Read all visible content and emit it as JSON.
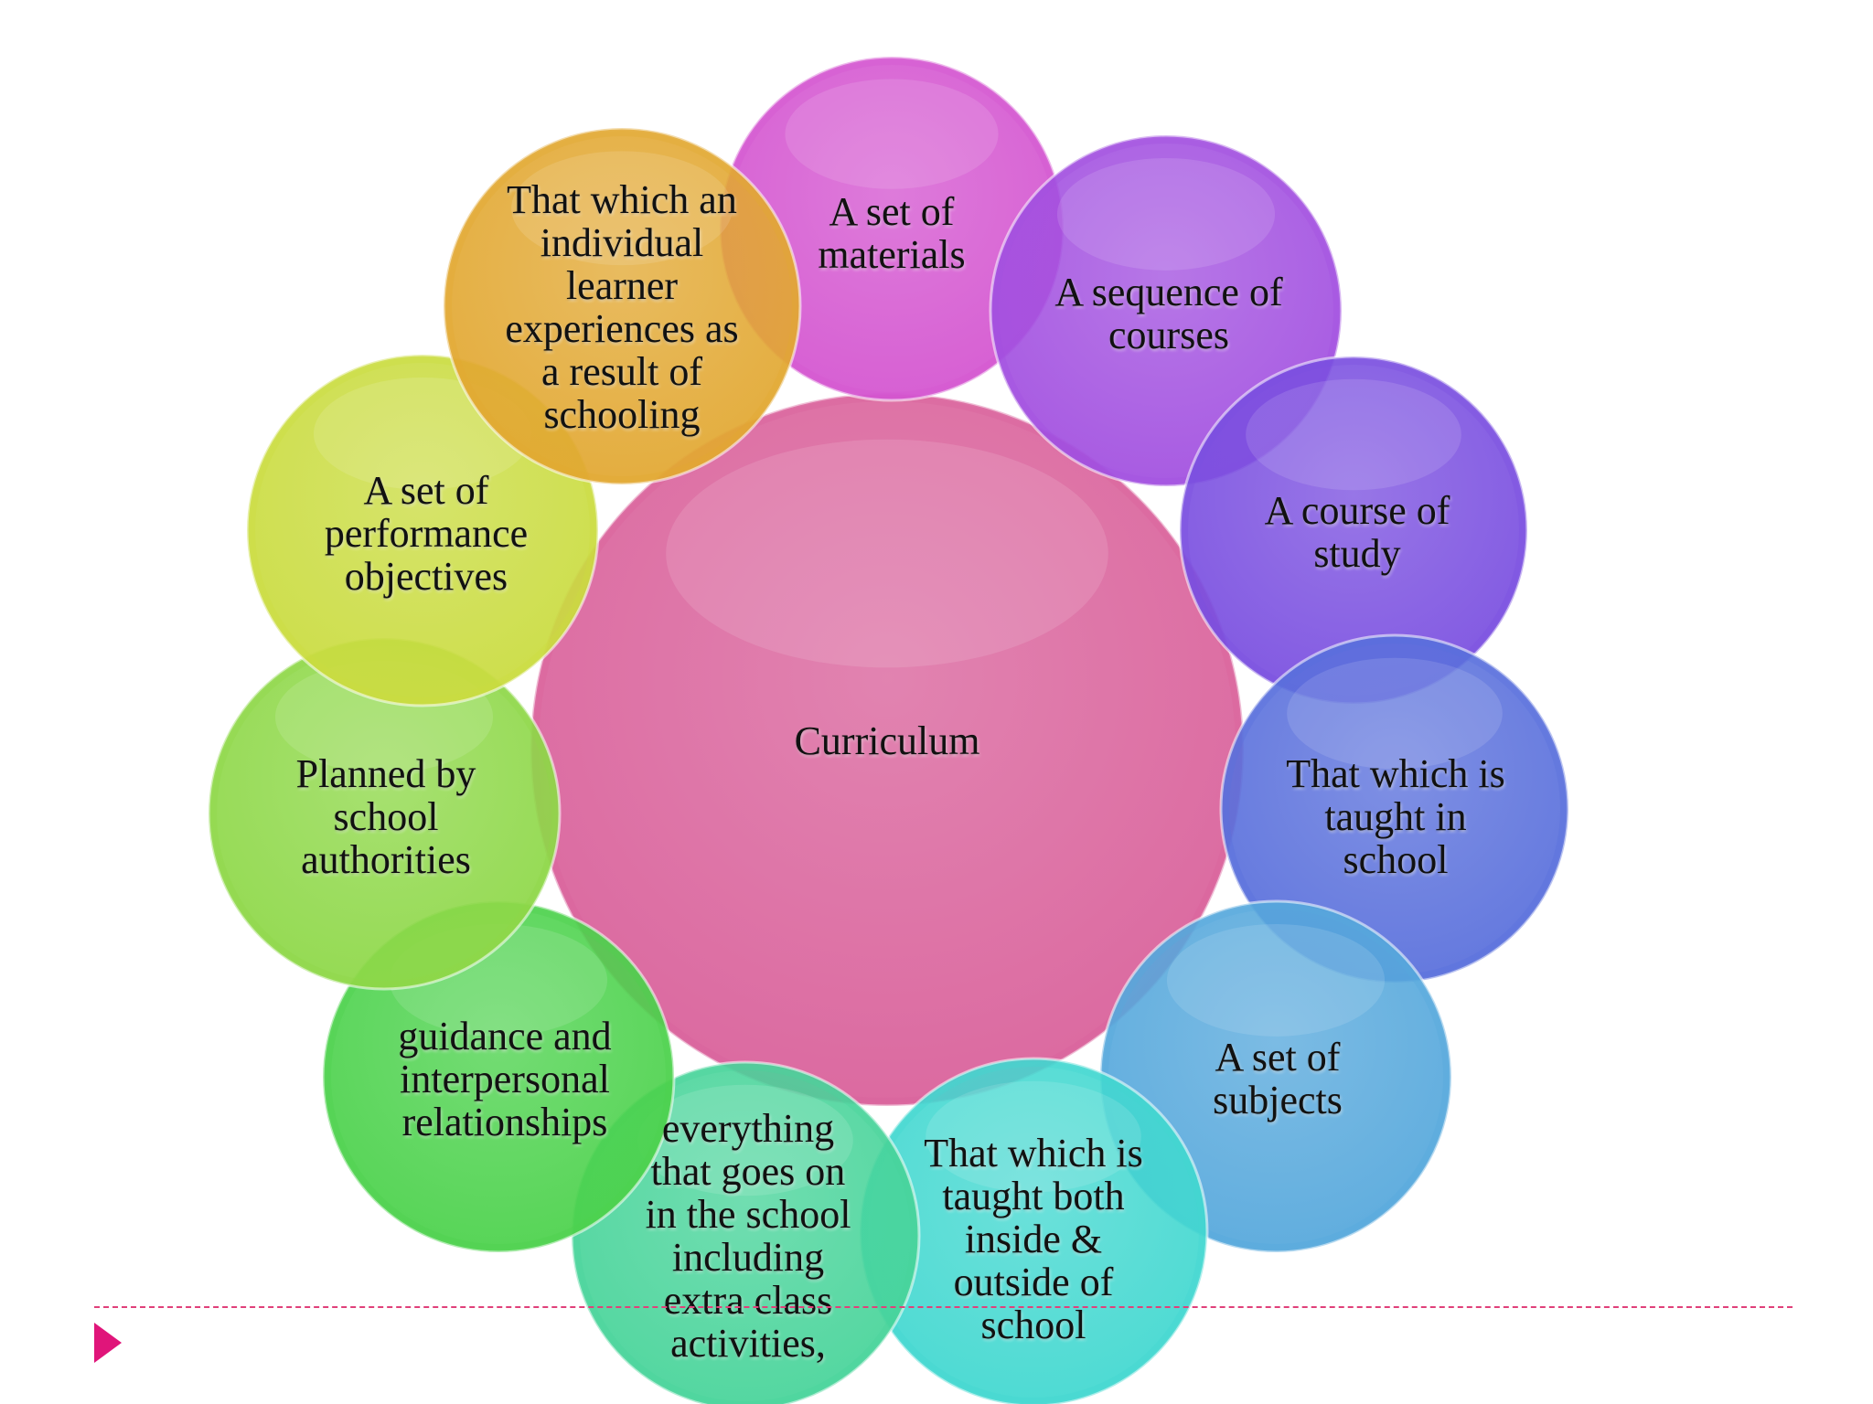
{
  "diagram": {
    "center": {
      "label": "Curriculum",
      "color": "#d9609a"
    },
    "nodes": [
      {
        "id": "materials",
        "lines": [
          "A set of",
          "materials"
        ],
        "color": "#d455d0"
      },
      {
        "id": "sequence",
        "lines": [
          "A sequence of",
          "courses"
        ],
        "color": "#a250e0"
      },
      {
        "id": "course-study",
        "lines": [
          "A course of",
          "study"
        ],
        "color": "#7a4fe0"
      },
      {
        "id": "taught-school",
        "lines": [
          "That which is",
          "taught in",
          "school"
        ],
        "color": "#5a70dc"
      },
      {
        "id": "subjects",
        "lines": [
          "A set of",
          "subjects"
        ],
        "color": "#56a8dc"
      },
      {
        "id": "taught-both",
        "lines": [
          "That which is",
          "taught both",
          "inside &",
          "outside of",
          "school"
        ],
        "color": "#42d8d0"
      },
      {
        "id": "everything",
        "lines": [
          "everything",
          "that goes on",
          "in the school",
          "including",
          "extra class",
          "activities,"
        ],
        "color": "#48d49a"
      },
      {
        "id": "guidance",
        "lines": [
          "guidance and",
          "interpersonal",
          "relationships"
        ],
        "color": "#4cd24c"
      },
      {
        "id": "planned",
        "lines": [
          "Planned by",
          "school",
          "authorities"
        ],
        "color": "#8ed848"
      },
      {
        "id": "performance",
        "lines": [
          "A set of",
          "performance",
          "objectives"
        ],
        "color": "#cadc40"
      },
      {
        "id": "learner",
        "lines": [
          "That which an",
          "individual",
          "learner",
          "experiences as",
          "a result of",
          "schooling"
        ],
        "color": "#e2a832"
      }
    ]
  },
  "footer": {
    "divider_color": "#e0407a",
    "bullet_color": "#e0157a",
    "bullet_icon": "triangle-right-icon"
  }
}
